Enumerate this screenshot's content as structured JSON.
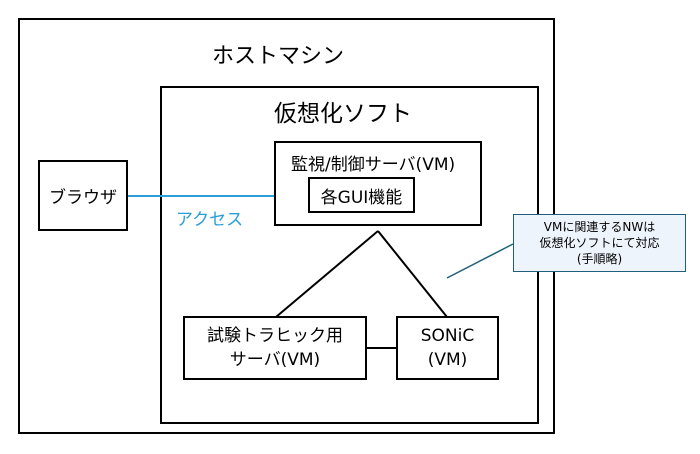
{
  "host": {
    "label": "ホストマシン"
  },
  "virt": {
    "label": "仮想化ソフト"
  },
  "mgmt": {
    "label": "監視/制御サーバ(VM)",
    "gui_label": "各GUI機能"
  },
  "browser": {
    "label": "ブラウザ"
  },
  "access": {
    "label": "アクセス"
  },
  "traffic": {
    "line1": "試験トラヒック用",
    "line2": "サーバ(VM)"
  },
  "sonic": {
    "line1": "SONiC",
    "line2": "(VM)"
  },
  "note": {
    "line1": "VMに関連するNWは",
    "line2": "仮想化ソフトにて対応",
    "line3": "(手順略)"
  },
  "colors": {
    "access": "#2a9fd6",
    "note_border": "#1f5f7a",
    "note_bg": "#eef4fb"
  }
}
